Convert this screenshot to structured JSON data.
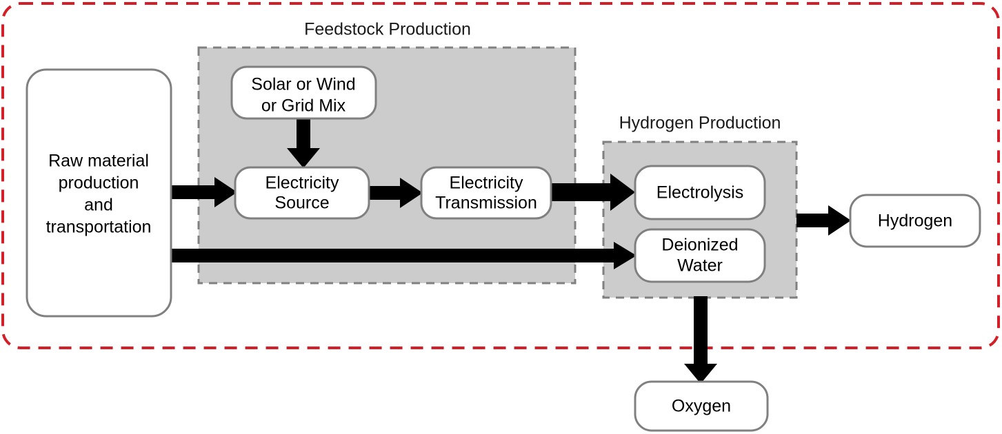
{
  "diagram": {
    "title_text": "",
    "colors": {
      "boundary": "#d32028",
      "group_fill": "#cccccc",
      "group_stroke": "#808080",
      "node_stroke": "#808080",
      "arrow": "#000000",
      "background": "#ffffff"
    },
    "system_boundary": {
      "name": "system-boundary",
      "style": "red-dashed-rounded-rectangle"
    },
    "groups": [
      {
        "id": "feedstock-production",
        "label": "Feedstock Production"
      },
      {
        "id": "hydrogen-production",
        "label": "Hydrogen Production"
      }
    ],
    "nodes": [
      {
        "id": "raw-material",
        "lines": [
          "Raw material",
          "production",
          "and",
          "transportation"
        ]
      },
      {
        "id": "solar-wind-grid",
        "lines": [
          "Solar or Wind",
          "or Grid Mix"
        ]
      },
      {
        "id": "electricity-source",
        "lines": [
          "Electricity",
          "Source"
        ]
      },
      {
        "id": "electricity-transmission",
        "lines": [
          "Electricity",
          "Transmission"
        ]
      },
      {
        "id": "electrolysis",
        "lines": [
          "Electrolysis"
        ]
      },
      {
        "id": "deionized-water",
        "lines": [
          "Deionized",
          "Water"
        ]
      },
      {
        "id": "hydrogen",
        "lines": [
          "Hydrogen"
        ]
      },
      {
        "id": "oxygen",
        "lines": [
          "Oxygen"
        ]
      }
    ],
    "edges": [
      {
        "id": "raw-to-electricity-source",
        "from": "raw-material",
        "to": "electricity-source",
        "direction": "right"
      },
      {
        "id": "solar-to-electricity-source",
        "from": "solar-wind-grid",
        "to": "electricity-source",
        "direction": "down"
      },
      {
        "id": "source-to-transmission",
        "from": "electricity-source",
        "to": "electricity-transmission",
        "direction": "right"
      },
      {
        "id": "transmission-to-electrolysis",
        "from": "electricity-transmission",
        "to": "electrolysis",
        "direction": "right"
      },
      {
        "id": "raw-to-deionized-water",
        "from": "raw-material",
        "to": "deionized-water",
        "direction": "right"
      },
      {
        "id": "electrolysis-to-hydrogen",
        "from": "electrolysis",
        "to": "hydrogen",
        "direction": "right"
      },
      {
        "id": "hydrogen-production-to-oxygen",
        "from": "hydrogen-production",
        "to": "oxygen",
        "direction": "down"
      }
    ]
  }
}
